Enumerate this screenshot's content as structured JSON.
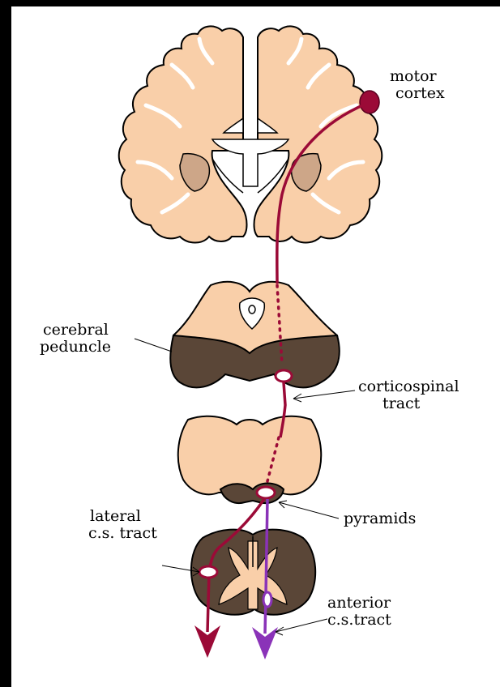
{
  "labels": {
    "motor_cortex": [
      "motor",
      "cortex"
    ],
    "cerebral_peduncle": [
      "cerebral",
      "peduncle"
    ],
    "corticospinal_tract": [
      "corticospinal",
      "tract"
    ],
    "pyramids": [
      "pyramids"
    ],
    "lateral_cs_tract": [
      "lateral",
      "c.s. tract"
    ],
    "anterior_cs_tract": [
      "anterior",
      "c.s.tract"
    ]
  },
  "colors": {
    "tissue": "#f9cfa9",
    "dark_tissue": "#5a4637",
    "basal_ganglia": "#cda688",
    "lateral_pathway": "#9b0a37",
    "anterior_pathway": "#8a33b8",
    "background": "#000000",
    "panel": "#ffffff"
  }
}
